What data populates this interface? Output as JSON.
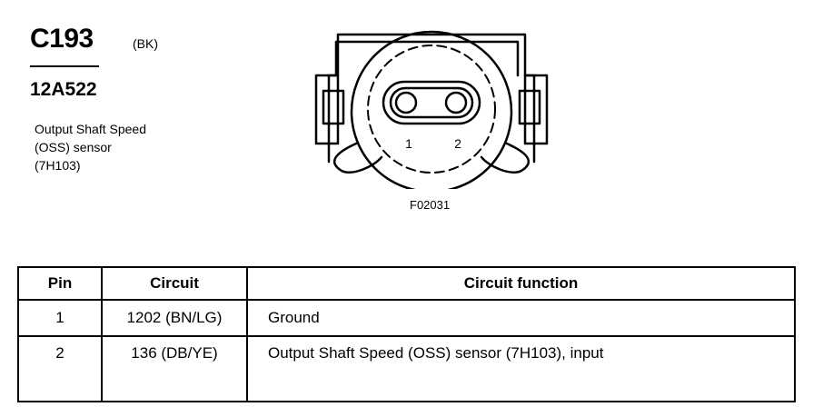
{
  "connector": {
    "id": "C193",
    "color": "(BK)",
    "part_number": "12A522",
    "description": [
      "Output Shaft Speed",
      "(OSS) sensor",
      "(7H103)"
    ]
  },
  "figure": {
    "id": "F02031",
    "pin_labels": [
      "1",
      "2"
    ]
  },
  "table": {
    "headers": [
      "Pin",
      "Circuit",
      "Circuit function"
    ],
    "rows": [
      {
        "pin": "1",
        "circuit": "1202 (BN/LG)",
        "function": "Ground"
      },
      {
        "pin": "2",
        "circuit": "136 (DB/YE)",
        "function": "Output Shaft Speed (OSS) sensor (7H103), input"
      }
    ]
  }
}
